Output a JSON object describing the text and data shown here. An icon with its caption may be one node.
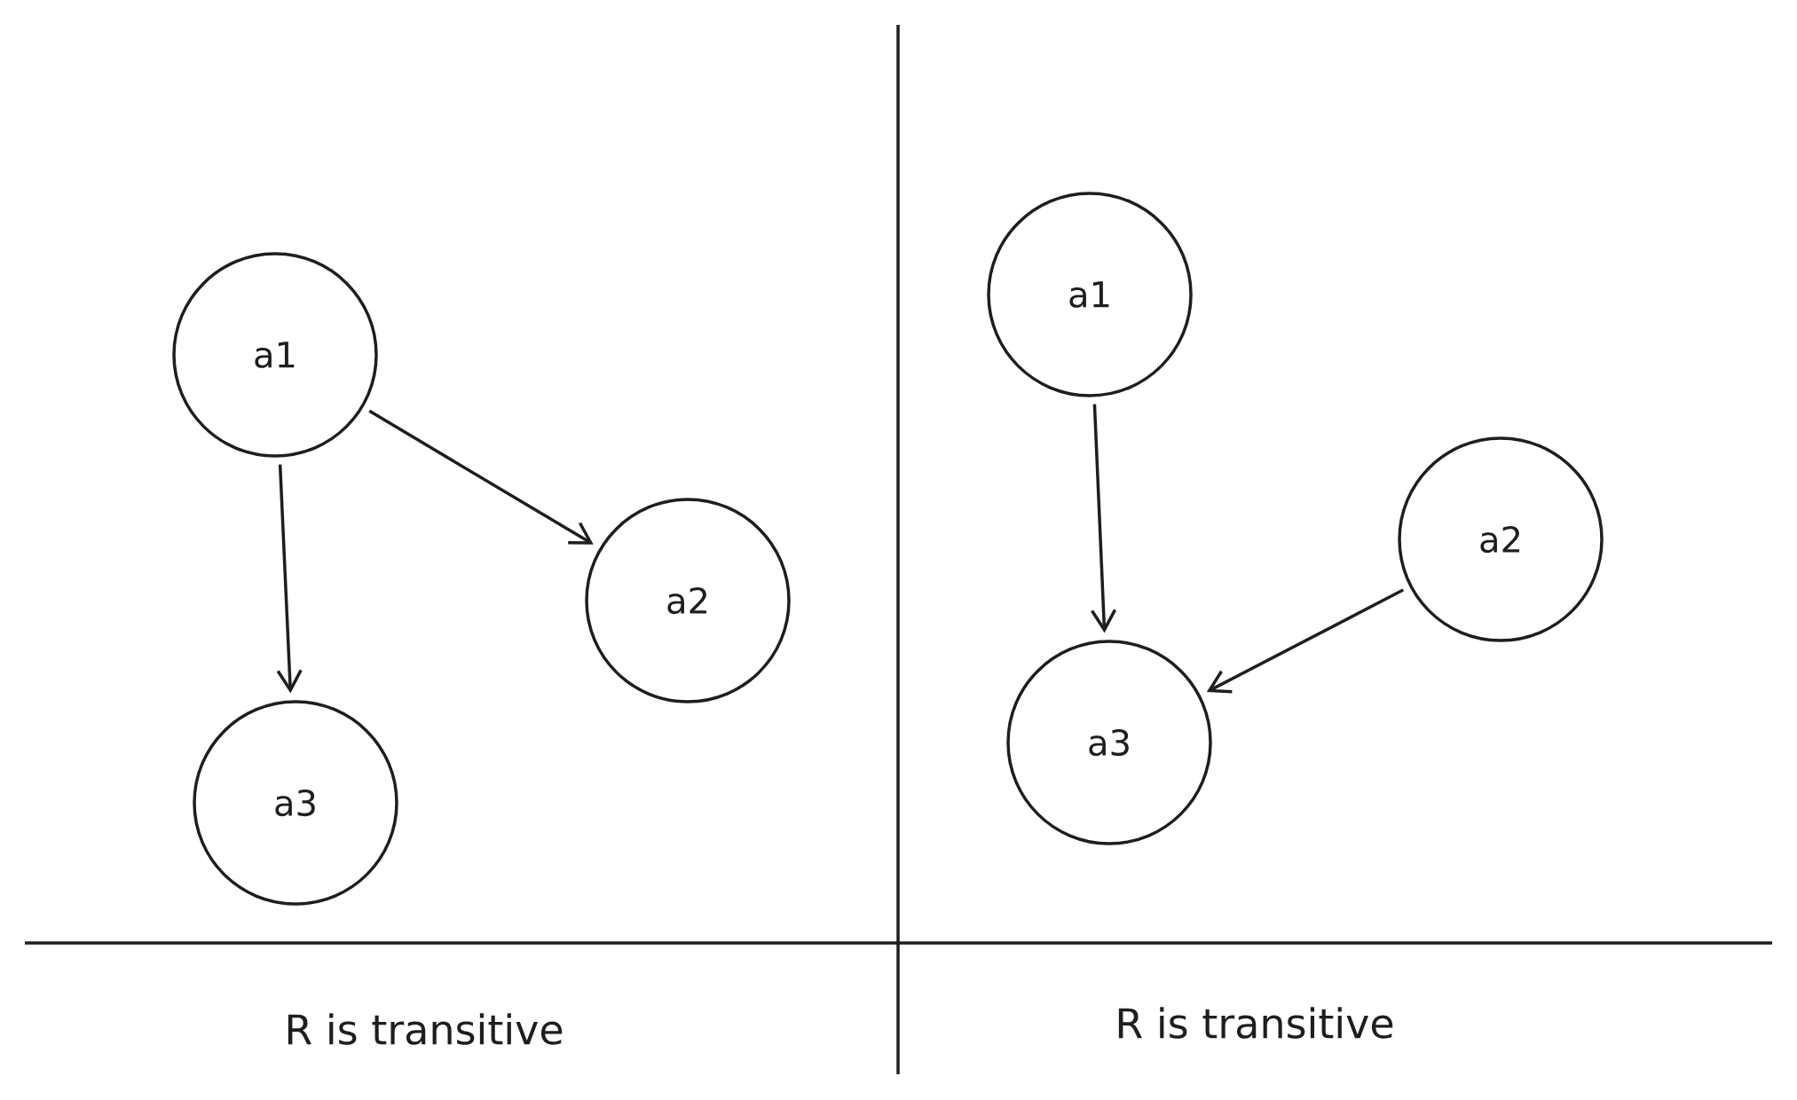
{
  "diagram": {
    "nodes": [
      {
        "text": [
          "a1"
        ]
      },
      {
        "text": [
          "a2"
        ]
      },
      {
        "text": [
          "a3"
        ]
      },
      {
        "text": [
          "a1"
        ]
      },
      {
        "text": [
          "a2"
        ]
      },
      {
        "text": [
          "a3"
        ]
      }
    ],
    "edges": [
      {
        "from": 0,
        "to": 1,
        "arrow": "to"
      },
      {
        "from": 0,
        "to": 2,
        "arrow": "to"
      },
      {
        "from": 3,
        "to": 5,
        "arrow": "to"
      },
      {
        "from": 4,
        "to": 5,
        "arrow": "to"
      }
    ],
    "labels": [
      "R is transitive",
      "R is transitive"
    ]
  }
}
